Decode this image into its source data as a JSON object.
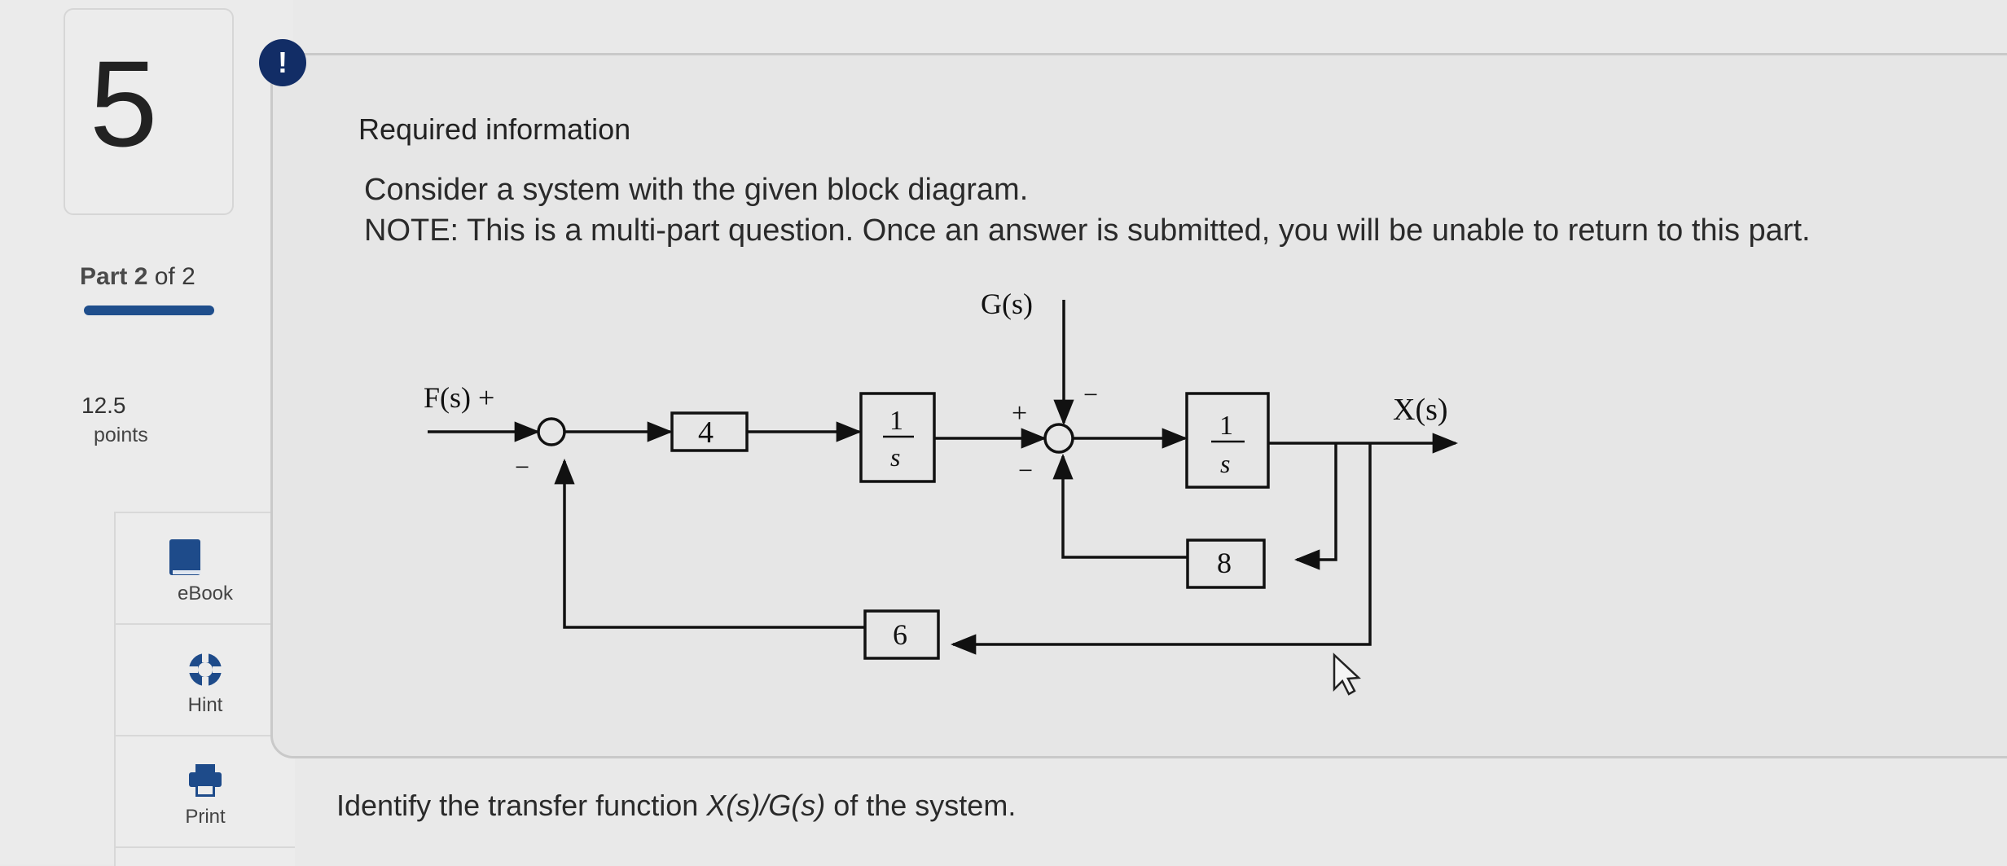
{
  "question": {
    "number": "5",
    "part_prefix": "Part",
    "part_current": "2",
    "part_of": "of 2",
    "progress": 1.0,
    "points_value": "12.5",
    "points_label": "points"
  },
  "tools": [
    {
      "label": "eBook",
      "icon": "book-icon"
    },
    {
      "label": "Hint",
      "icon": "lifebuoy-icon"
    },
    {
      "label": "Print",
      "icon": "printer-icon"
    }
  ],
  "alert": {
    "symbol": "!"
  },
  "panel": {
    "title": "Required information",
    "line1": "Consider a system with the given block diagram.",
    "line2": "NOTE: This is a multi-part question. Once an answer is submitted, you will be unable to return to this part."
  },
  "diagram": {
    "input_label": "F(s) +",
    "disturbance_label": "G(s)",
    "output_label": "X(s)",
    "gain_block": "4",
    "integrator_numerator": "1",
    "integrator_denominator": "s",
    "inner_feedback_gain": "8",
    "outer_feedback_gain": "6",
    "sum1_minus": "−",
    "sum2_plus": "+",
    "sum2_top_minus": "−",
    "sum2_bottom_minus": "−"
  },
  "prompt": {
    "prefix": "Identify the transfer function ",
    "expression": "X(s)/G(s)",
    "suffix": " of the system."
  },
  "colors": {
    "badge": "#122d66",
    "progress": "#1f4e8c"
  }
}
